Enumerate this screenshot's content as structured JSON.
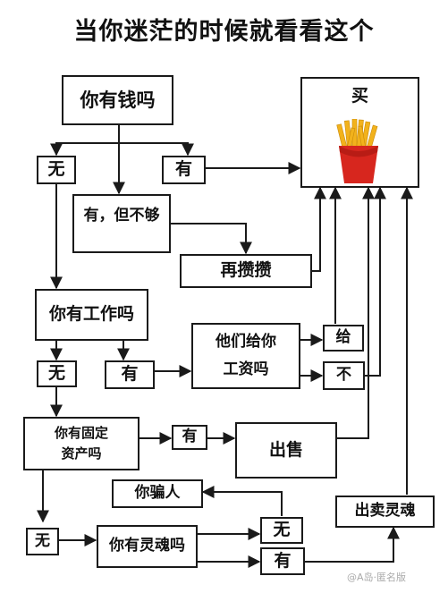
{
  "title": "当你迷茫的时候就看看这个",
  "nodes": {
    "money_q": "你有钱吗",
    "buy": "买",
    "no_1": "无",
    "yes_1": "有",
    "yes_but_not_enough": "有，但不够",
    "save_more": "再攒攒",
    "job_q": "你有工作吗",
    "pay_q_line1": "他们给你",
    "pay_q_line2": "工资吗",
    "give": "给",
    "not_give": "不",
    "no_2": "无",
    "yes_2": "有",
    "assets_q_line1": "你有固定",
    "assets_q_line2": "资产吗",
    "yes_3": "有",
    "sell": "出售",
    "cheat": "你骗人",
    "no_3": "无",
    "soul_q": "你有灵魂吗",
    "no_4": "无",
    "yes_4": "有",
    "sell_soul": "出卖灵魂"
  },
  "watermark": "@A岛·匿名版",
  "colors": {
    "line": "#1a1a1a",
    "fries_red": "#d7261e",
    "fries_gold": "#f2b21c"
  },
  "icons": {
    "fries": "french-fries-icon"
  }
}
